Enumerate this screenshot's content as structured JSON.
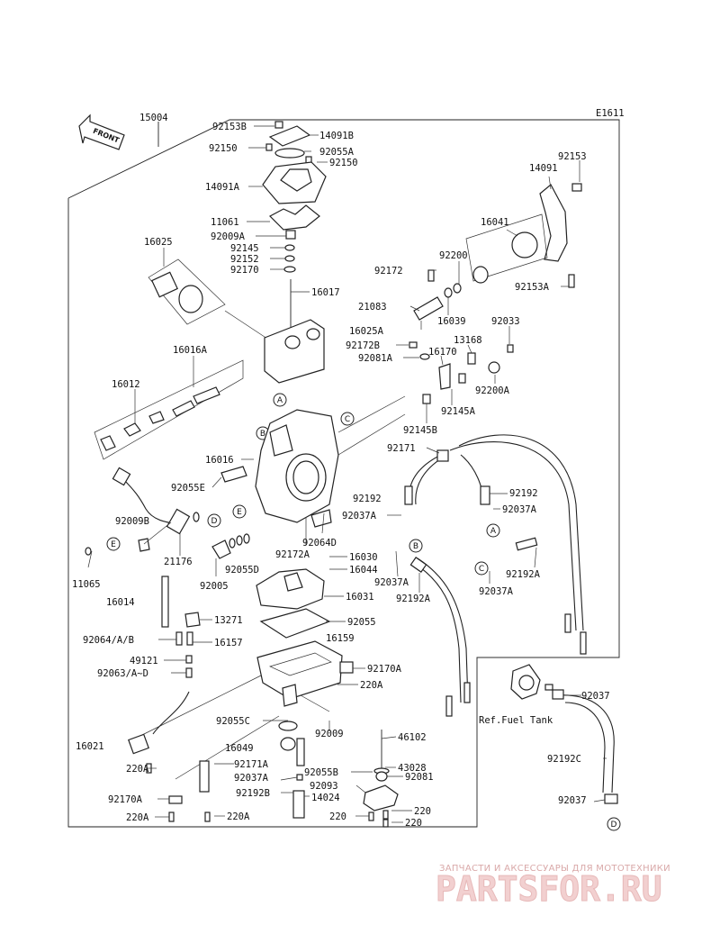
{
  "diagram": {
    "code": "E1611",
    "front_label": "FRONT",
    "assembly_label": "15004",
    "ref_fuel_tank": "Ref.Fuel Tank",
    "circle_markers": [
      "A",
      "B",
      "C",
      "D",
      "E"
    ],
    "parts": [
      "92153B",
      "14091B",
      "92150",
      "92055A",
      "92150",
      "14091A",
      "11061",
      "92009A",
      "92145",
      "92152",
      "92170",
      "16017",
      "16025",
      "16016A",
      "16012",
      "16016",
      "92055E",
      "92009B",
      "21176",
      "11065",
      "16014",
      "13271",
      "92064/A/B",
      "16157",
      "49121",
      "92063/A~D",
      "16021",
      "220A",
      "92170A",
      "220A",
      "92153",
      "14091",
      "16041",
      "92200",
      "92172",
      "92153A",
      "21083",
      "16039",
      "16025A",
      "92033",
      "92172B",
      "13168",
      "16170",
      "92081A",
      "92200A",
      "92145A",
      "92145B",
      "92171",
      "92192",
      "92192",
      "92037A",
      "92037A",
      "92064D",
      "92172A",
      "16030",
      "16044",
      "92055D",
      "92005",
      "16031",
      "92037A",
      "92192A",
      "92192A",
      "92037A",
      "92055",
      "16159",
      "92170A",
      "220A",
      "92055C",
      "92009",
      "16049",
      "46102",
      "92171A",
      "92055B",
      "43028",
      "92037A",
      "92081",
      "92093",
      "92192B",
      "14024",
      "220",
      "220",
      "220A",
      "92037",
      "92192C",
      "92037"
    ]
  },
  "watermark": {
    "top": "ЗАПЧАСТИ И АКСЕССУАРЫ ДЛЯ МОТОТЕХНИКИ",
    "brand": "PARTSFOR.RU"
  }
}
